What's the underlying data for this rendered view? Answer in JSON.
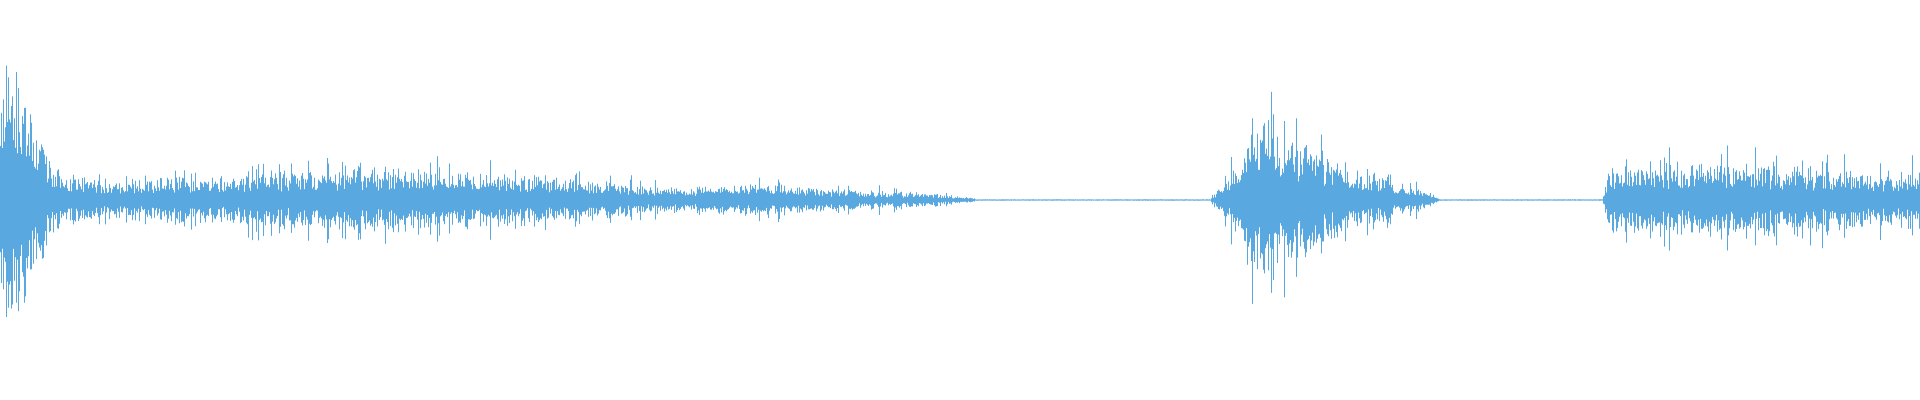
{
  "waveform": {
    "color": "#5aa8e0",
    "background": "#ffffff",
    "amplitude_profile": [
      [
        0.0,
        0.88
      ],
      [
        0.004,
        1.0
      ],
      [
        0.012,
        0.7
      ],
      [
        0.02,
        0.45
      ],
      [
        0.027,
        0.22
      ],
      [
        0.04,
        0.15
      ],
      [
        0.058,
        0.12
      ],
      [
        0.075,
        0.14
      ],
      [
        0.1,
        0.15
      ],
      [
        0.15,
        0.18
      ],
      [
        0.2,
        0.2
      ],
      [
        0.25,
        0.19
      ],
      [
        0.3,
        0.14
      ],
      [
        0.35,
        0.08
      ],
      [
        0.4,
        0.1
      ],
      [
        0.45,
        0.06
      ],
      [
        0.48,
        0.05
      ],
      [
        0.505,
        0.02
      ],
      [
        0.51,
        0.003
      ],
      [
        0.63,
        0.003
      ],
      [
        0.636,
        0.08
      ],
      [
        0.65,
        0.4
      ],
      [
        0.66,
        0.5
      ],
      [
        0.675,
        0.4
      ],
      [
        0.7,
        0.22
      ],
      [
        0.725,
        0.12
      ],
      [
        0.745,
        0.06
      ],
      [
        0.75,
        0.003
      ],
      [
        0.835,
        0.003
      ],
      [
        0.838,
        0.2
      ],
      [
        0.86,
        0.24
      ],
      [
        0.9,
        0.22
      ],
      [
        0.95,
        0.2
      ],
      [
        1.0,
        0.18
      ]
    ],
    "burst_peaks": [
      [
        0.003,
        0.95
      ],
      [
        0.008,
        0.7
      ],
      [
        0.65,
        0.48
      ],
      [
        0.657,
        0.4
      ],
      [
        0.665,
        0.55
      ],
      [
        0.672,
        0.45
      ],
      [
        0.68,
        0.35
      ],
      [
        0.88,
        0.26
      ],
      [
        0.93,
        0.22
      ]
    ]
  }
}
